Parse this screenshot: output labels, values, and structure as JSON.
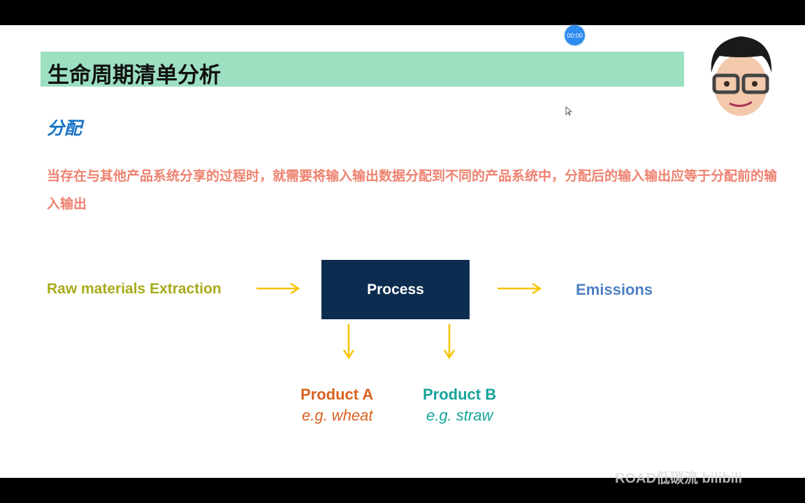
{
  "header": {
    "title": "生命周期清单分析",
    "timer": "00:00"
  },
  "section": {
    "subtitle": "分配",
    "paragraph": "当存在与其他产品系统分享的过程时，就需要将输入输出数据分配到不同的产品系统中，分配后的输入输出应等于分配前的输入输出"
  },
  "diagram": {
    "input": "Raw materials Extraction",
    "process": "Process",
    "output": "Emissions",
    "product_a": {
      "name": "Product A",
      "example": "e.g. wheat"
    },
    "product_b": {
      "name": "Product B",
      "example": "e.g. straw"
    },
    "arrow_color": "#f5c400"
  },
  "watermark": "ROAD低碳流 bilibili"
}
